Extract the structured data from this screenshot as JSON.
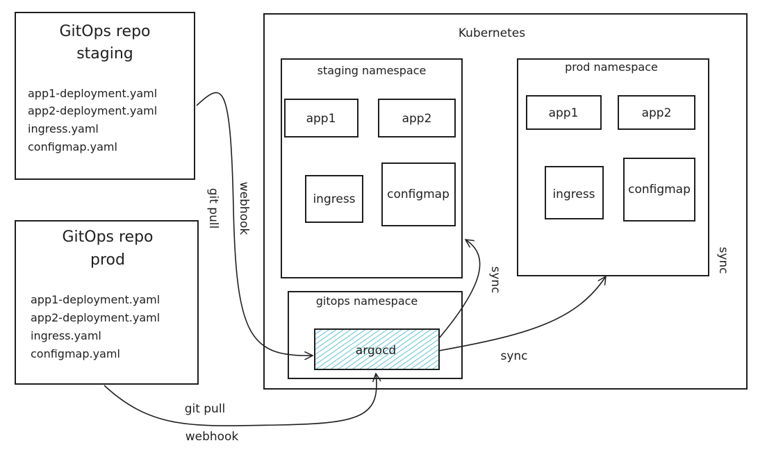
{
  "repos": {
    "staging": {
      "title_line1": "GitOps repo",
      "title_line2": "staging",
      "files": [
        "app1-deployment.yaml",
        "app2-deployment.yaml",
        "ingress.yaml",
        "configmap.yaml"
      ]
    },
    "prod": {
      "title_line1": "GitOps repo",
      "title_line2": "prod",
      "files": [
        "app1-deployment.yaml",
        "app2-deployment.yaml",
        "ingress.yaml",
        "configmap.yaml"
      ]
    }
  },
  "cluster": {
    "label": "Kubernetes",
    "staging_ns": {
      "label": "staging namespace",
      "items": [
        "app1",
        "app2",
        "ingress",
        "configmap"
      ]
    },
    "prod_ns": {
      "label": "prod namespace",
      "items": [
        "app1",
        "app2",
        "ingress",
        "configmap"
      ]
    },
    "gitops_ns": {
      "label": "gitops namespace",
      "argocd": "argocd",
      "argocd_color": "#2fb3c9"
    }
  },
  "edges": {
    "staging_git_pull": "git pull",
    "staging_webhook": "webhook",
    "prod_git_pull": "git pull",
    "prod_webhook": "webhook",
    "sync_staging": "sync",
    "sync_prod": "sync",
    "sync_right": "sync"
  }
}
